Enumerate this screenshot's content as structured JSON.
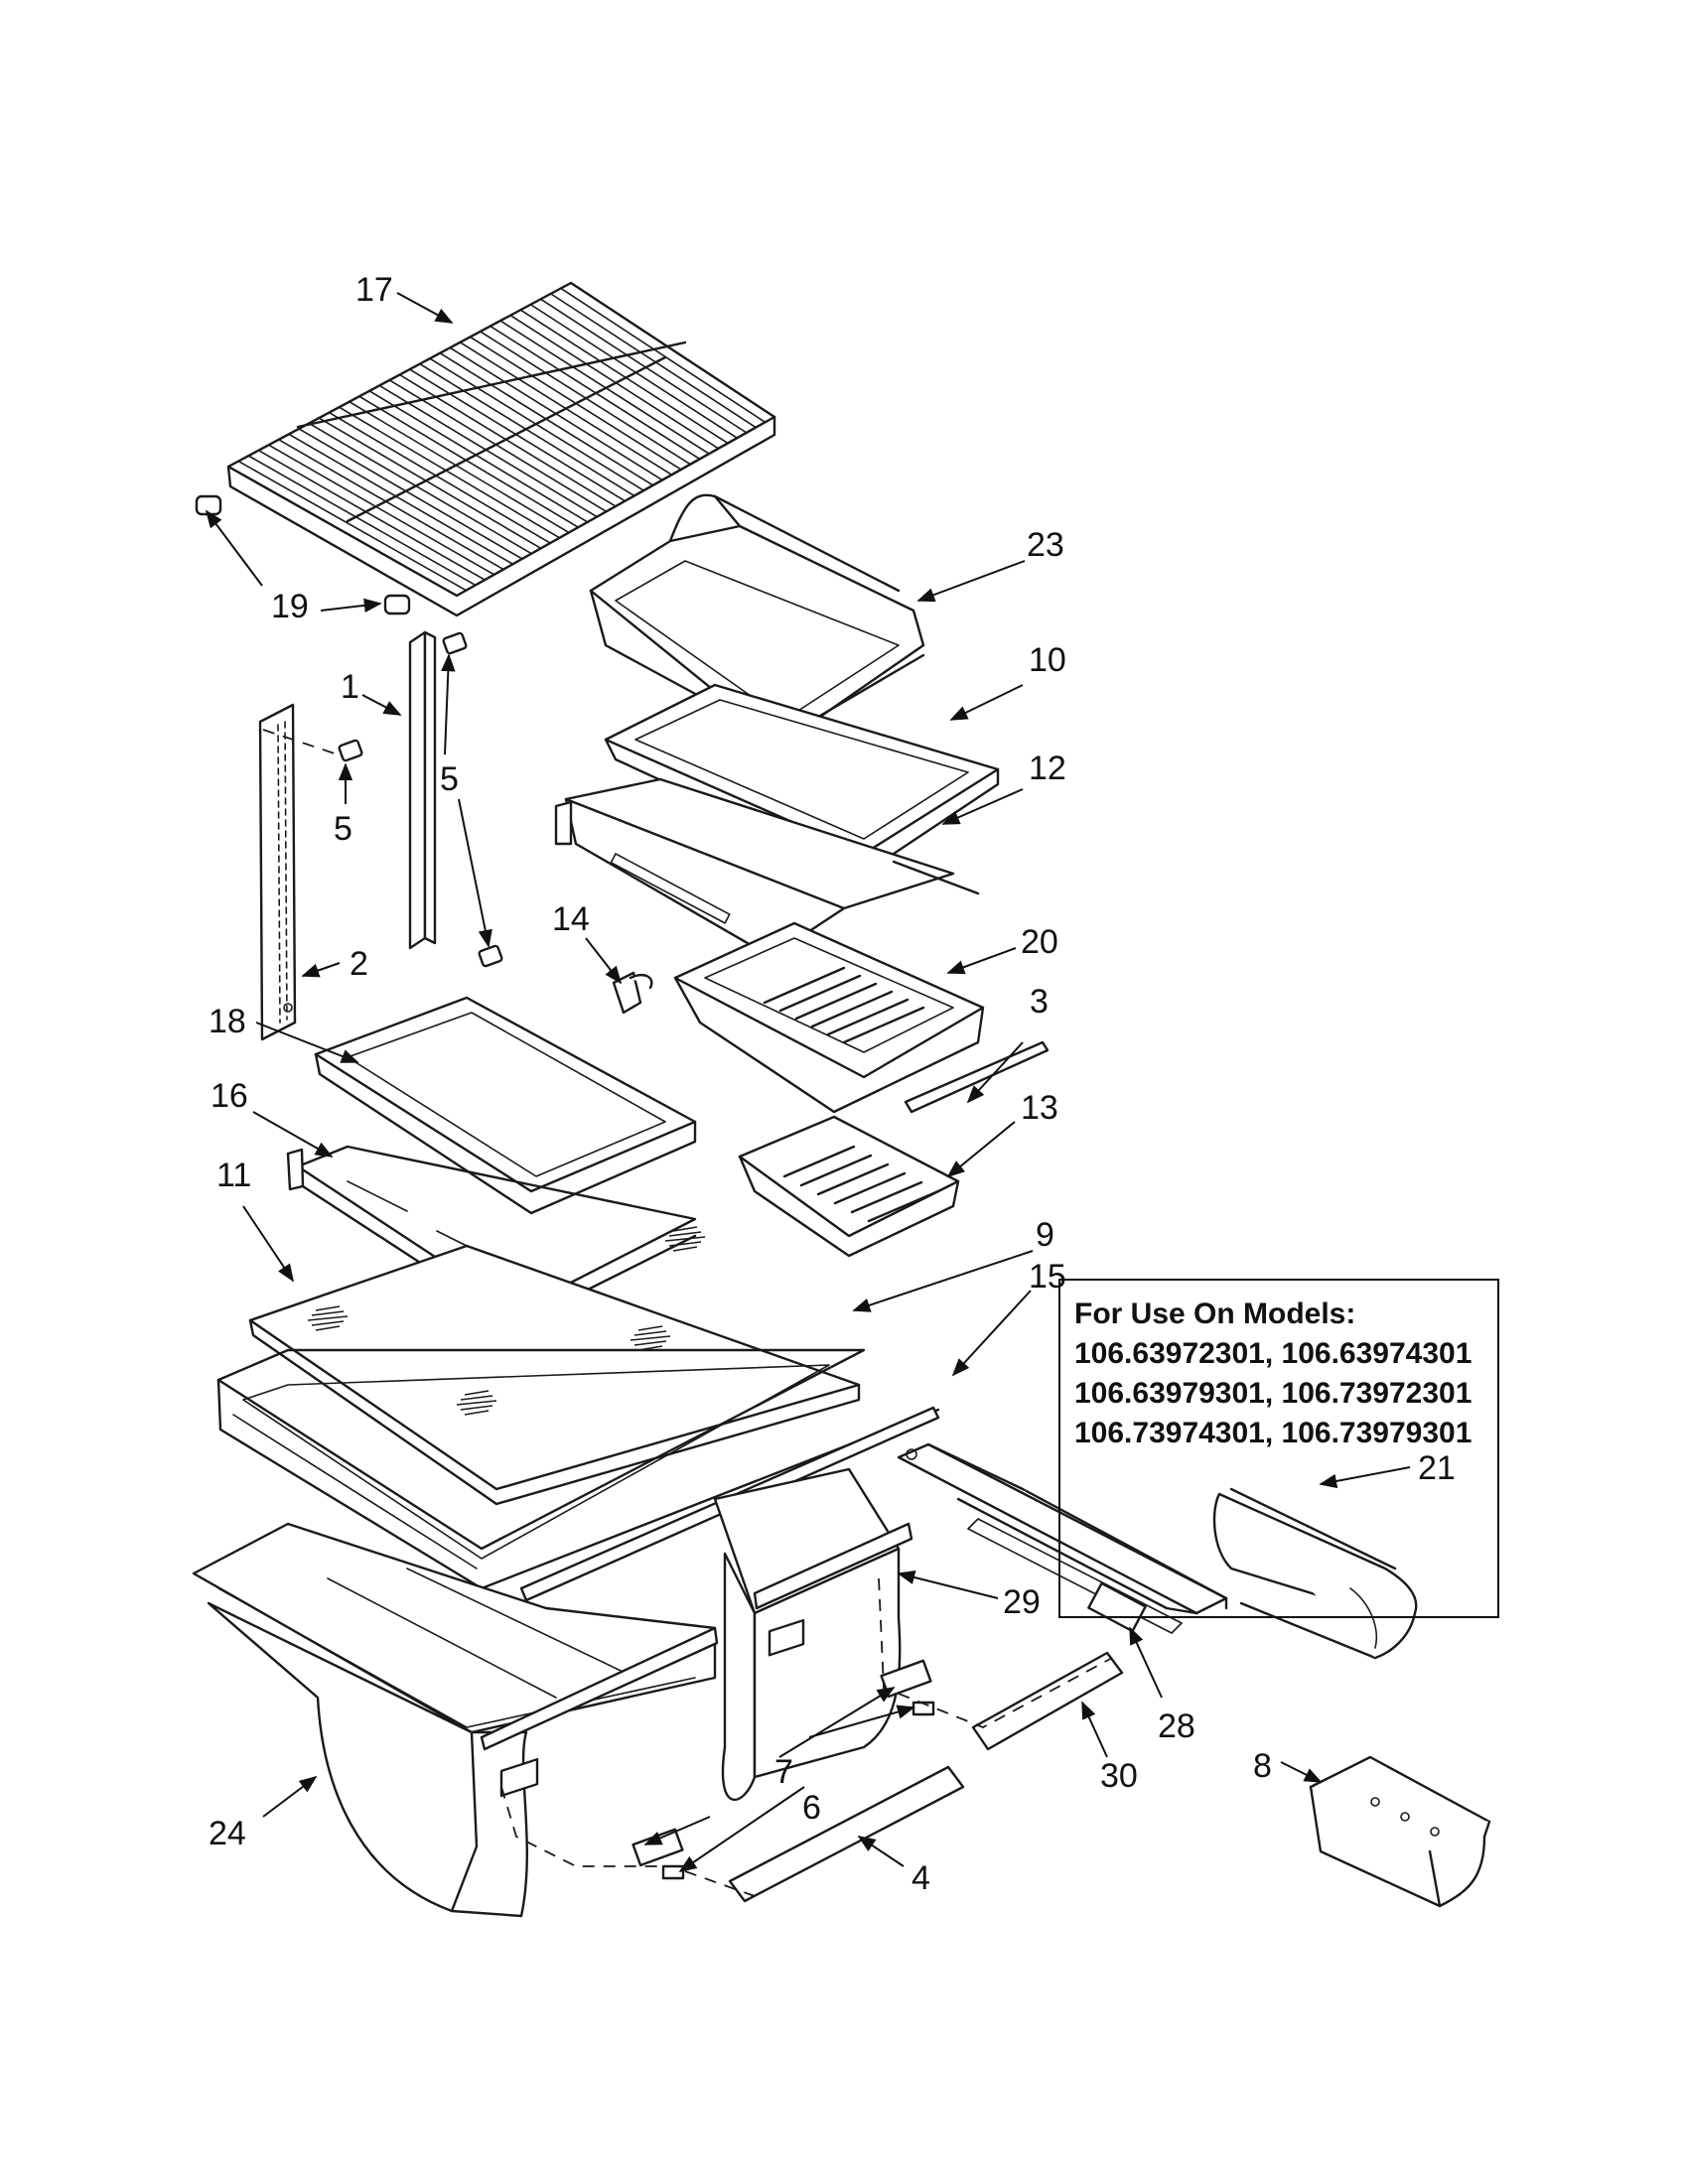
{
  "models_box": {
    "heading": "For Use On Models:",
    "lines": [
      "106.63972301, 106.63974301",
      "106.63979301, 106.73972301",
      "106.73974301, 106.73979301"
    ]
  },
  "labels": {
    "p1": "1",
    "p2": "2",
    "p3": "3",
    "p4": "4",
    "p5a": "5",
    "p5b": "5",
    "p6": "6",
    "p7": "7",
    "p8": "8",
    "p9": "9",
    "p10": "10",
    "p11": "11",
    "p12": "12",
    "p13": "13",
    "p14": "14",
    "p15": "15",
    "p16": "16",
    "p17": "17",
    "p18": "18",
    "p19": "19",
    "p20": "20",
    "p21": "21",
    "p23": "23",
    "p24": "24",
    "p28": "28",
    "p29": "29",
    "p30": "30"
  }
}
